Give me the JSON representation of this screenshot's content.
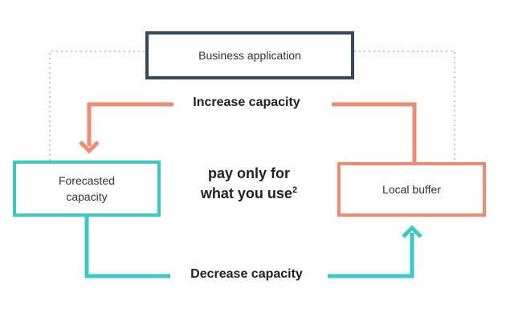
{
  "nodes": {
    "business": {
      "label": "Business application"
    },
    "forecast": {
      "line1": "Forecasted",
      "line2": "capacity"
    },
    "local": {
      "label": "Local buffer"
    }
  },
  "flows": {
    "increase": {
      "label": "Increase capacity",
      "color": "#ee8b73"
    },
    "decrease": {
      "label": "Decrease capacity",
      "color": "#3cc9c3"
    }
  },
  "center": {
    "line1": "pay only for",
    "line2": "what you use",
    "footnote": "2"
  },
  "colors": {
    "business_border": "#34495e",
    "forecast_border": "#3cc9c3",
    "local_border": "#ee8b73",
    "dotted_connector": "#c8c8c8"
  }
}
